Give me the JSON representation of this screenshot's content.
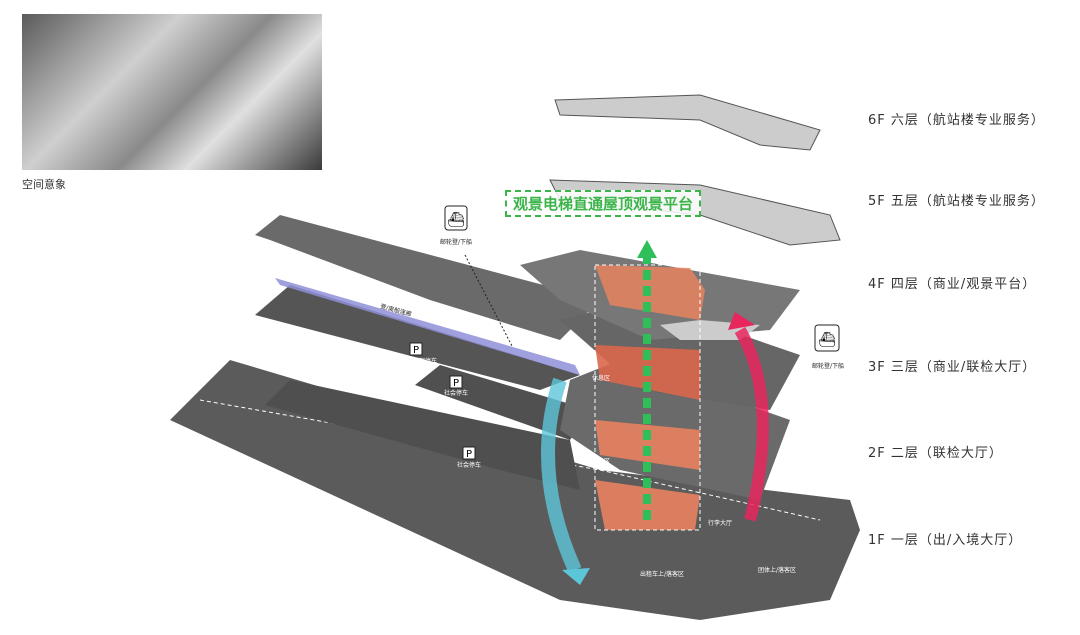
{
  "photo": {
    "caption": "空间意象"
  },
  "floors": [
    {
      "label": "6F 六层（航站楼专业服务）"
    },
    {
      "label": "5F 五层（航站楼专业服务）"
    },
    {
      "label": "4F 四层（商业/观景平台）"
    },
    {
      "label": "3F 三层（商业/联检大厅）"
    },
    {
      "label": "2F 二层（联检大厅）"
    },
    {
      "label": "1F 一层（出/入境大厅）"
    }
  ],
  "banner": "观景电梯直通屋顶观景平台",
  "labels": {
    "cruise_left": "邮轮登/下船",
    "cruise_right": "邮轮登/下船",
    "bridge": "登/离船连廊",
    "club_parking": "海景俱乐部停车",
    "public_parking_1": "社会停车",
    "public_parking_2": "社会停车",
    "rest_1": "休息区",
    "rest_2": "休息区",
    "baggage": "行李大厅",
    "taxi": "出租车上/落客区",
    "group": "团体上/落客区",
    "parking_icon": "P"
  },
  "colors": {
    "green": "#3bb54a",
    "pink": "#e8265e",
    "cyan": "#5cc6d8",
    "orange": "#e8825f",
    "dark": "#5a5a5a"
  }
}
